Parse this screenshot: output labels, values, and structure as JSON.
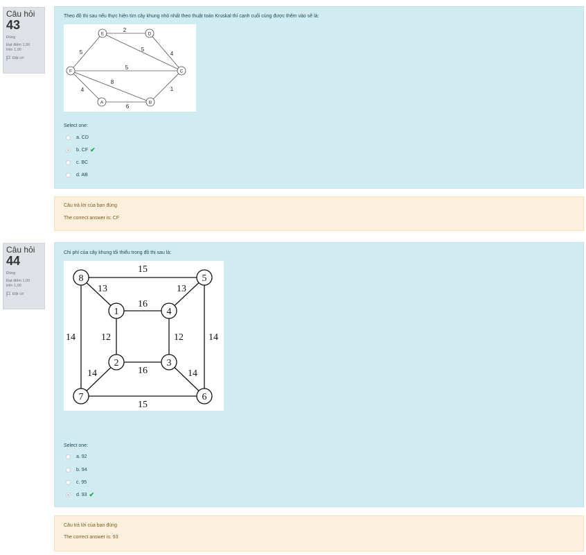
{
  "questions": [
    {
      "label": "Câu hỏi",
      "number": "43",
      "state": "Đúng",
      "grade_line1": "Đạt điểm 1,00",
      "grade_line2": "trên 1,00",
      "flag": "Đặt cờ",
      "text": "Theo đồ thị sau nếu thực hiện tìm cây khung nhỏ nhất theo thuật toán Kruskal thì cạnh cuối cùng được thêm vào sẽ là:",
      "prompt": "Select one:",
      "options": [
        {
          "label": "a. CD",
          "selected": false,
          "correct": false
        },
        {
          "label": "b. CF",
          "selected": true,
          "correct": true
        },
        {
          "label": "c. BC",
          "selected": false,
          "correct": false
        },
        {
          "label": "d. AB",
          "selected": false,
          "correct": false
        }
      ],
      "feedback": "Câu trả lời của bạn đúng",
      "right_answer": "The correct answer is: CF",
      "graph": {
        "nodes": [
          "E",
          "D",
          "F",
          "C",
          "A",
          "B"
        ],
        "edge_labels": [
          "2",
          "5",
          "4",
          "5",
          "5",
          "8",
          "1",
          "4",
          "6"
        ]
      }
    },
    {
      "label": "Câu hỏi",
      "number": "44",
      "state": "Đúng",
      "grade_line1": "Đạt điểm 1,00",
      "grade_line2": "trên 1,00",
      "flag": "Đặt cờ",
      "text": "Chi phí của cây khung tối thiểu trong đồ thị sau là:",
      "prompt": "Select one:",
      "options": [
        {
          "label": "a. 92",
          "selected": false,
          "correct": false
        },
        {
          "label": "b. 94",
          "selected": false,
          "correct": false
        },
        {
          "label": "c. 95",
          "selected": false,
          "correct": false
        },
        {
          "label": "d. 93",
          "selected": true,
          "correct": true
        }
      ],
      "feedback": "Câu trả lời của bạn đúng",
      "right_answer": "The correct answer is: 93",
      "graph": {
        "nodes": [
          "8",
          "5",
          "1",
          "4",
          "2",
          "3",
          "7",
          "6"
        ],
        "edge_labels": [
          "15",
          "13",
          "13",
          "16",
          "14",
          "12",
          "12",
          "14",
          "16",
          "14",
          "14",
          "15"
        ]
      }
    }
  ],
  "colors": {
    "formulation_bg": "#d0ecf1",
    "feedback_bg": "#fcefdc",
    "info_bg": "#dee2e6",
    "correct_check": "#22a447"
  }
}
